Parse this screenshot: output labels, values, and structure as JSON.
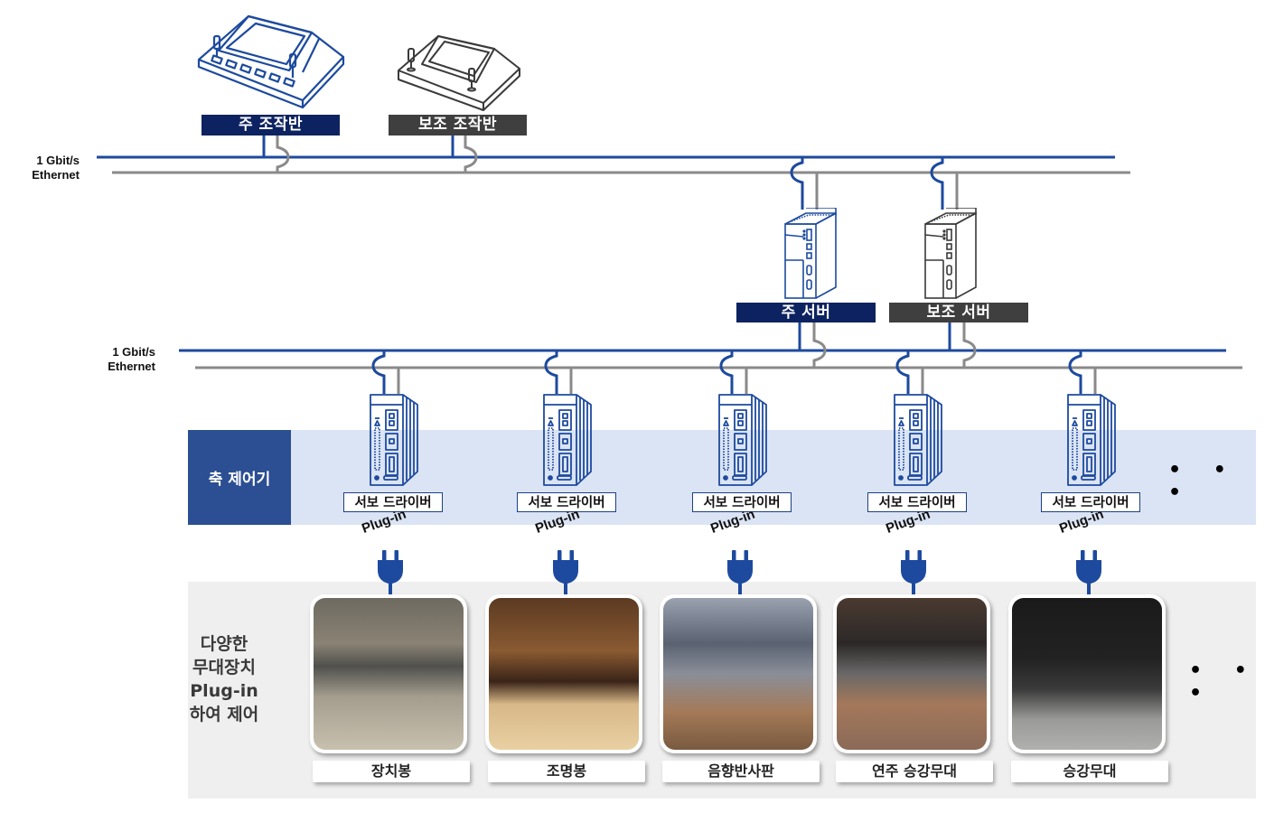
{
  "colors": {
    "primary_navy": "#0d2260",
    "secondary_gray": "#3f3f3f",
    "network_blue": "#1d4a9e",
    "network_gray": "#8a8a8a",
    "band_bg": "#dbe4f4",
    "band_head_bg": "#2c4f93",
    "bottom_bg": "#efefef"
  },
  "networks": {
    "upper": {
      "label_line1": "1 Gbit/s",
      "label_line2": "Ethernet"
    },
    "lower": {
      "label_line1": "1 Gbit/s",
      "label_line2": "Ethernet"
    }
  },
  "consoles": [
    {
      "label": "주 조작반",
      "icon": "control-console-icon",
      "role": "primary"
    },
    {
      "label": "보조 조작반",
      "icon": "control-console-icon",
      "role": "secondary"
    }
  ],
  "servers": [
    {
      "label": "주 서버",
      "icon": "server-icon",
      "role": "primary"
    },
    {
      "label": "보조 서버",
      "icon": "server-icon",
      "role": "secondary"
    }
  ],
  "axis_controller": {
    "title": "축 제어기",
    "more": "• • •",
    "drivers": [
      {
        "label": "서보 드라이버",
        "plugin": "Plug-in"
      },
      {
        "label": "서보 드라이버",
        "plugin": "Plug-in"
      },
      {
        "label": "서보 드라이버",
        "plugin": "Plug-in"
      },
      {
        "label": "서보 드라이버",
        "plugin": "Plug-in"
      },
      {
        "label": "서보 드라이버",
        "plugin": "Plug-in"
      }
    ]
  },
  "devices": {
    "title_lines": [
      "다양한",
      "무대장치",
      "Plug-in",
      "하여 제어"
    ],
    "more": "• • •",
    "items": [
      {
        "caption": "장치봉",
        "photo": "stage-batten-photo"
      },
      {
        "caption": "조명봉",
        "photo": "lighting-batten-photo"
      },
      {
        "caption": "음향반사판",
        "photo": "acoustic-reflector-photo"
      },
      {
        "caption": "연주 승강무대",
        "photo": "orchestra-lift-photo"
      },
      {
        "caption": "승강무대",
        "photo": "stage-lift-photo"
      }
    ]
  }
}
